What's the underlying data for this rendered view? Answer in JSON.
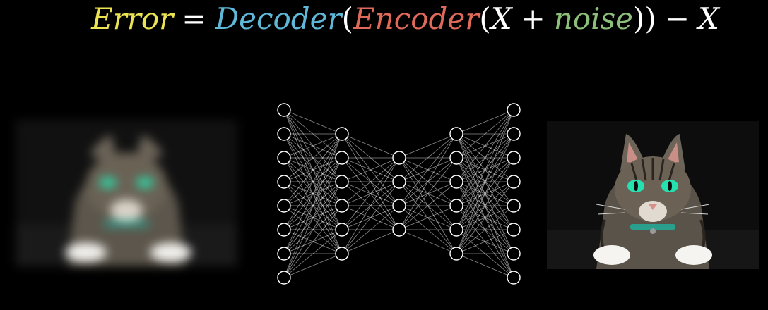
{
  "equation": {
    "error": "Error",
    "equals": "=",
    "decoder": "Decoder",
    "paren_open_1": "(",
    "encoder": "Encoder",
    "paren_open_2": "(",
    "x1": "X",
    "plus": "+",
    "noise": "noise",
    "paren_close": "))",
    "minus": "−",
    "x2": "X"
  },
  "colors": {
    "error": "#ece353",
    "decoder": "#5fb8d8",
    "encoder": "#e06a5a",
    "noise": "#8cc07a",
    "text": "#ffffff",
    "network": "#ffffff"
  },
  "network": {
    "layers": [
      8,
      6,
      4,
      6,
      8
    ]
  },
  "images": {
    "left": {
      "content": "cat-photo-blurred-noisy"
    },
    "right": {
      "content": "cat-photo-reconstructed"
    }
  }
}
